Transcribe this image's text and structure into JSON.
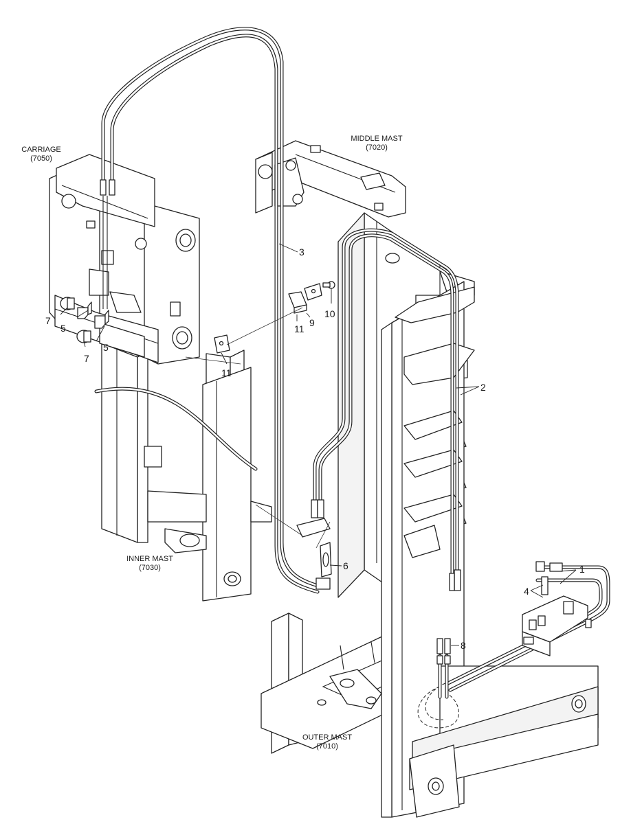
{
  "assemblies": {
    "carriage": {
      "name": "CARRIAGE",
      "code": "(7050)"
    },
    "middle_mast": {
      "name": "MIDDLE MAST",
      "code": "(7020)"
    },
    "inner_mast": {
      "name": "INNER MAST",
      "code": "(7030)"
    },
    "outer_mast": {
      "name": "OUTER MAST",
      "code": "(7010)"
    }
  },
  "callouts": {
    "c1": "1",
    "c2": "2",
    "c3": "3",
    "c4": "4",
    "c5a": "5",
    "c5b": "5",
    "c6": "6",
    "c7a": "7",
    "c7b": "7",
    "c8": "8",
    "c9": "9",
    "c10": "10",
    "c11a": "11",
    "c11b": "11"
  }
}
